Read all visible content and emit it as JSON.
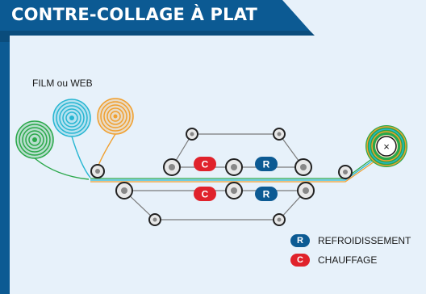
{
  "title": "CONTRE-COLLAGE À PLAT",
  "film_label": "FILM ou WEB",
  "badges": {
    "heating_letter": "C",
    "cooling_letter": "R"
  },
  "legend": {
    "cooling": {
      "letter": "R",
      "text": "REFROIDISSEMENT"
    },
    "heating": {
      "letter": "C",
      "text": "CHAUFFAGE"
    }
  },
  "rewind_mark": "×",
  "colors": {
    "header": "#0c5a93",
    "background": "#e7f1fa",
    "heating": "#e0222b",
    "cooling": "#0c5a93",
    "film_green": "#2aa84a",
    "film_cyan": "#27b6d2",
    "film_orange": "#f0a030"
  }
}
